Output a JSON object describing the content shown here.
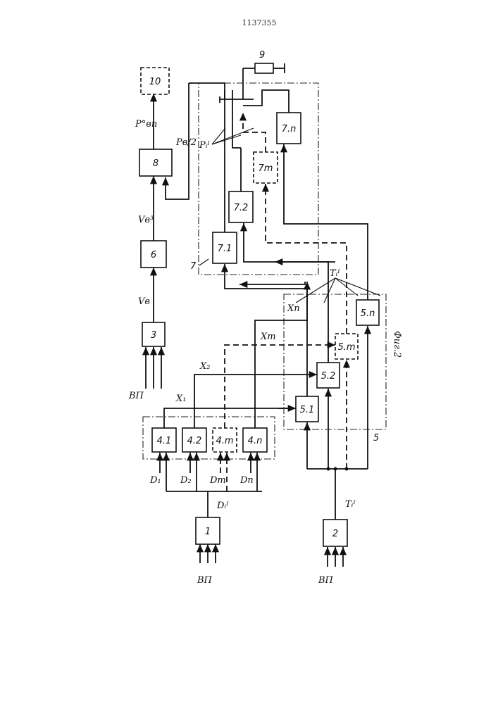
{
  "header": {
    "patent_number": "1137355"
  },
  "figure_caption": "Фиг.2",
  "blocks": {
    "b1": "1",
    "b2": "2",
    "b3": "3",
    "b6": "6",
    "b8": "8",
    "b9": "9",
    "b10": "10",
    "b4_1": "4.1",
    "b4_2": "4.2",
    "b4_m": "4.m",
    "b4_n": "4.n",
    "b5_1": "5.1",
    "b5_2": "5.2",
    "b5_m": "5.m",
    "b5_n": "5.n",
    "b7_1": "7.1",
    "b7_2": "7.2",
    "b7_m": "7m",
    "b7_n": "7.n"
  },
  "groups": {
    "g5": "5",
    "g7": "7"
  },
  "signals": {
    "vp_top": "ВП",
    "vp_left": "ВП",
    "vp_right": "ВП",
    "d1": "D₁",
    "d2": "D₂",
    "dm": "Dm",
    "dn": "Dn",
    "di": "Dᵢᴵ",
    "x1": "X₁",
    "x2": "X₂",
    "xm": "Xm",
    "xn": "Xn",
    "ti": "Tᵢᴵ",
    "tv": "Tᵢᴵ",
    "vv": "Vв",
    "vv3": "Vв³",
    "pv2": "Pв/2",
    "pvp": "P°вп",
    "pvi": "Pᵢᴵ"
  }
}
